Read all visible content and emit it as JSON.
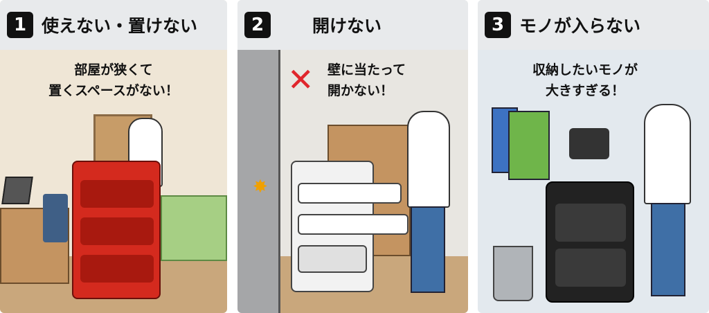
{
  "panels": [
    {
      "number": "1",
      "title": "使えない・置けない",
      "caption_line1": "部屋が狭くて",
      "caption_line2": "置くスペースがない！"
    },
    {
      "number": "2",
      "title": "開けない",
      "caption_line1": "壁に当たって",
      "caption_line2": "開かない！"
    },
    {
      "number": "3",
      "title": "モノが入らない",
      "caption_line1": "収納したいモノが",
      "caption_line2": "大きすぎる！"
    }
  ],
  "colors": {
    "header_bg": "#e8eaec",
    "red_cart": "#d42a1e",
    "white_cart": "#f2f2f2",
    "black_cart": "#222222",
    "x_mark": "#e0262c"
  }
}
